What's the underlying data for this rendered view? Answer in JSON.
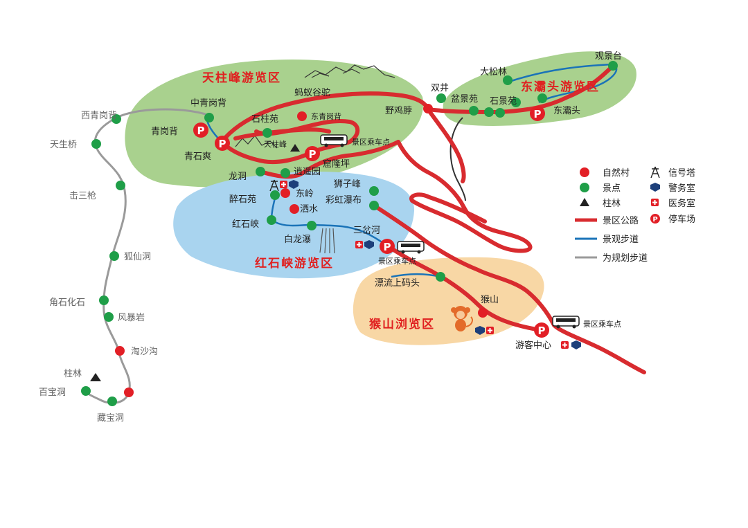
{
  "zones": {
    "tianzhu": "天柱峰游览区",
    "hongshixia": "红石峡游览区",
    "donghuatou": "东灞头游览区",
    "houshan": "猴山浏览区"
  },
  "labels": {
    "xiqinggangbei": "西青岗背",
    "tianshengqiao": "天生桥",
    "jisanqiang": "击三枪",
    "huxiandong": "狐仙洞",
    "jiaoshihuashi": "角石化石",
    "fengbaoyan": "风暴岩",
    "taoshagou": "淘沙沟",
    "zhulin_left": "柱林",
    "baibaodong": "百宝洞",
    "cangbaodong": "藏宝洞",
    "zhongqinggangbei": "中青岗背",
    "qinggangbei": "青岗背",
    "qingshishuang": "青石爽",
    "mayiguatuo": "蚂蚁谷驼",
    "shizhuyuan": "石柱苑",
    "dongqinggangbei": "东青岗背",
    "tianzhufeng": "天柱峰",
    "bus_tianzhu": "景区乘车点",
    "kulongping": "窟隆坪",
    "longdong": "龙洞",
    "xiaoyaoyuan": "逍遥园",
    "dongling": "东岭",
    "zuishiyuan": "醉石苑",
    "sashui": "洒水",
    "hongshixia_pt": "红石峡",
    "bailongpu": "白龙瀑",
    "shizifeng": "狮子峰",
    "caihongpubu": "彩虹瀑布",
    "sanchahe": "三岔河",
    "bus_hong": "景区乘车点",
    "piaoliu": "漂流上码头",
    "houshan_pt": "猴山",
    "bus_visitor": "景区乘车点",
    "visitor_center": "游客中心",
    "yejibo": "野鸡脖",
    "shuangjing": "双井",
    "penjingyuan": "盆景苑",
    "shijingyuan": "石景苑",
    "dasonglin": "大松林",
    "guanjingtai": "观景台",
    "donghuatou_pt": "东灞头"
  },
  "legend": {
    "village": "自然村",
    "signal_tower": "信号塔",
    "scenic_spot": "景点",
    "police": "警务室",
    "stone_forest": "柱林",
    "medical": "医务室",
    "road": "景区公路",
    "parking": "停车场",
    "trail": "景观步道",
    "planned_trail": "为规划步道"
  },
  "colors": {
    "road": "#d82b2f",
    "trail": "#1a73b8",
    "planned": "#9a9a9a",
    "green_zone": "#a9d18e",
    "blue_zone": "#a9d4ef",
    "orange_zone": "#f8d7a5",
    "spot": "#1f9e48",
    "village": "#e21f26"
  },
  "parking_letter": "P"
}
